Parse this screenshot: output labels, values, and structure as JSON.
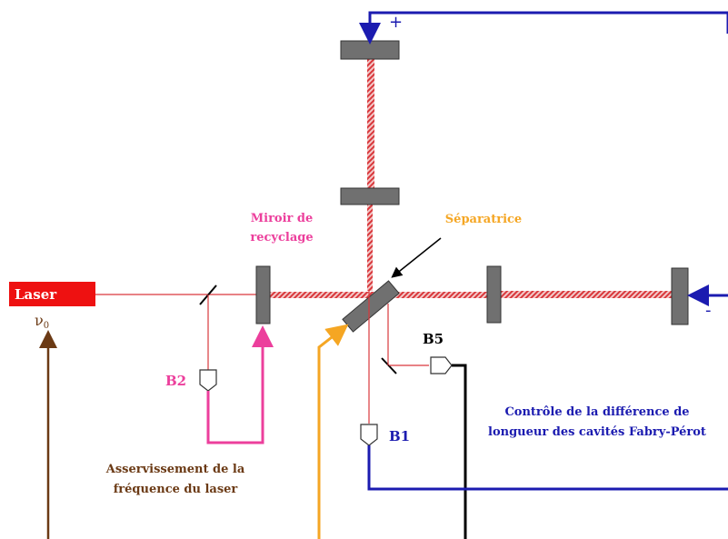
{
  "colors": {
    "laser_red": "#ee1111",
    "beam_red": "#d9383c",
    "mirror_gray": "#707070",
    "recycling_pink": "#ec3f9c",
    "splitter_orange": "#f5a623",
    "control_blue": "#1b1bb0",
    "freq_brown": "#6b3a15",
    "black": "#000000"
  },
  "labels": {
    "laser": "Laser",
    "nu0": "ν",
    "nu0_sub": "0",
    "recycling_line1": "Miroir de",
    "recycling_line2": "recyclage",
    "splitter": "Séparatrice",
    "b1": "B1",
    "b2": "B2",
    "b5": "B5",
    "plus": "+",
    "minus": "-",
    "control_line1": "Contrôle de la différence de",
    "control_line2": "longueur des cavités Fabry-Pérot",
    "freq_line1": "Asservissement de la",
    "freq_line2": "fréquence du laser"
  }
}
